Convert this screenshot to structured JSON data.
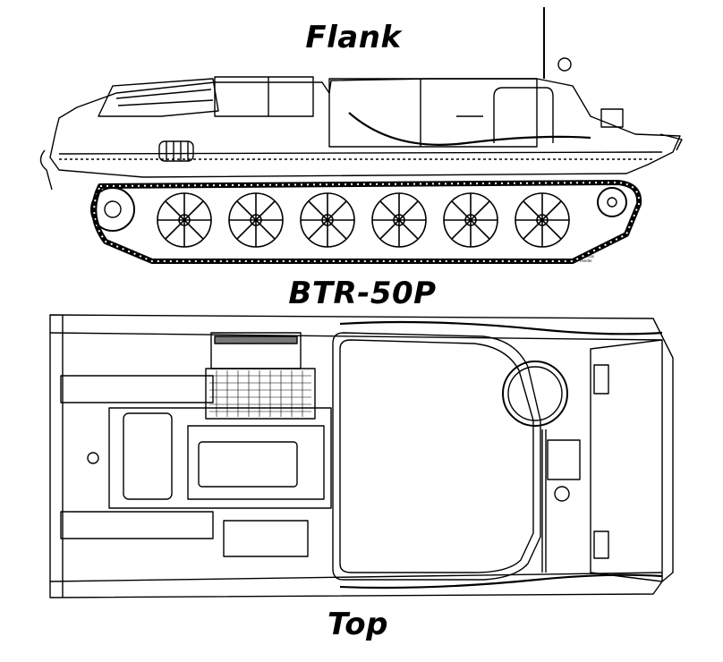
{
  "labels": {
    "side_view": "Flank",
    "model": "BTR-50P",
    "top_view": "Top"
  },
  "artist_credit": [
    "Thomas",
    "Pander"
  ],
  "colors": {
    "line": "#000000",
    "background": "#ffffff"
  }
}
